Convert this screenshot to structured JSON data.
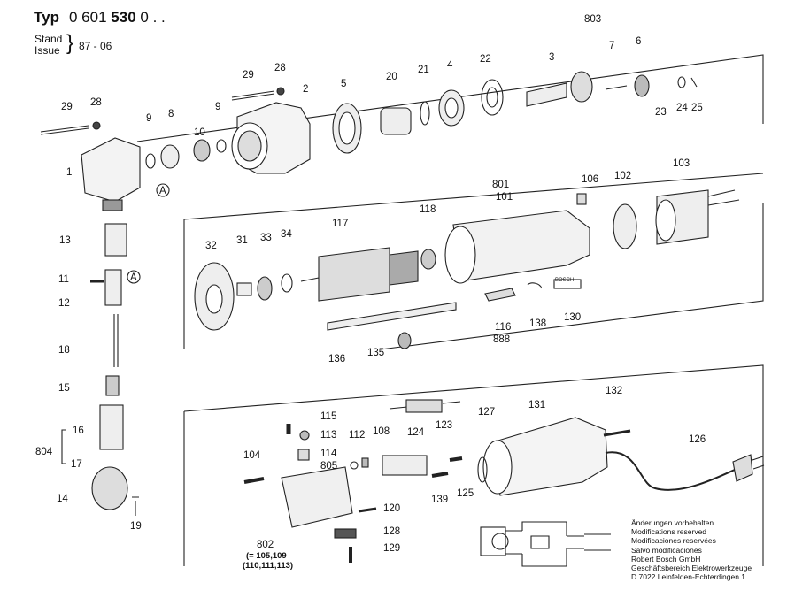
{
  "header": {
    "typ_label": "Typ",
    "typ_prefix": "0 601",
    "typ_bold": "530",
    "typ_suffix": "0 . .",
    "stand_line1": "Stand",
    "stand_line2": "Issue",
    "stand_value": "87 - 06"
  },
  "notes": [
    "Änderungen vorbehalten",
    "Modifications reserved",
    "Modificaciones reservées",
    "Salvo modificaciones",
    "Robert Bosch GmbH",
    "Geschäftsbereich Elektrowerkzeuge",
    "D 7022 Leinfelden-Echterdingen 1"
  ],
  "parts_labels": [
    {
      "id": "803",
      "text": "803"
    },
    {
      "id": "7",
      "text": "7"
    },
    {
      "id": "6",
      "text": "6"
    },
    {
      "id": "3",
      "text": "3"
    },
    {
      "id": "22",
      "text": "22"
    },
    {
      "id": "21",
      "text": "21"
    },
    {
      "id": "4",
      "text": "4"
    },
    {
      "id": "20",
      "text": "20"
    },
    {
      "id": "5",
      "text": "5"
    },
    {
      "id": "29a",
      "text": "29"
    },
    {
      "id": "28a",
      "text": "28"
    },
    {
      "id": "2",
      "text": "2"
    },
    {
      "id": "23",
      "text": "23"
    },
    {
      "id": "24",
      "text": "24"
    },
    {
      "id": "25",
      "text": "25"
    },
    {
      "id": "29b",
      "text": "29"
    },
    {
      "id": "28b",
      "text": "28"
    },
    {
      "id": "9a",
      "text": "9"
    },
    {
      "id": "8",
      "text": "8"
    },
    {
      "id": "10",
      "text": "10"
    },
    {
      "id": "9b",
      "text": "9"
    },
    {
      "id": "1",
      "text": "1"
    },
    {
      "id": "A1",
      "text": "A"
    },
    {
      "id": "106",
      "text": "106"
    },
    {
      "id": "102",
      "text": "102"
    },
    {
      "id": "103",
      "text": "103"
    },
    {
      "id": "801",
      "text": "801"
    },
    {
      "id": "101",
      "text": "101"
    },
    {
      "id": "13",
      "text": "13"
    },
    {
      "id": "117",
      "text": "117"
    },
    {
      "id": "118",
      "text": "118"
    },
    {
      "id": "32",
      "text": "32"
    },
    {
      "id": "31",
      "text": "31"
    },
    {
      "id": "33",
      "text": "33"
    },
    {
      "id": "34",
      "text": "34"
    },
    {
      "id": "11",
      "text": "11"
    },
    {
      "id": "A2",
      "text": "A"
    },
    {
      "id": "12",
      "text": "12"
    },
    {
      "id": "116",
      "text": "116"
    },
    {
      "id": "888",
      "text": "888"
    },
    {
      "id": "138",
      "text": "138"
    },
    {
      "id": "130",
      "text": "130"
    },
    {
      "id": "18",
      "text": "18"
    },
    {
      "id": "136",
      "text": "136"
    },
    {
      "id": "135",
      "text": "135"
    },
    {
      "id": "15",
      "text": "15"
    },
    {
      "id": "16",
      "text": "16"
    },
    {
      "id": "804",
      "text": "804"
    },
    {
      "id": "17",
      "text": "17"
    },
    {
      "id": "14",
      "text": "14"
    },
    {
      "id": "19",
      "text": "19"
    },
    {
      "id": "115",
      "text": "115"
    },
    {
      "id": "113",
      "text": "113"
    },
    {
      "id": "112",
      "text": "112"
    },
    {
      "id": "108",
      "text": "108"
    },
    {
      "id": "124",
      "text": "124"
    },
    {
      "id": "123",
      "text": "123"
    },
    {
      "id": "127",
      "text": "127"
    },
    {
      "id": "131",
      "text": "131"
    },
    {
      "id": "132",
      "text": "132"
    },
    {
      "id": "126",
      "text": "126"
    },
    {
      "id": "104",
      "text": "104"
    },
    {
      "id": "114",
      "text": "114"
    },
    {
      "id": "805",
      "text": "805"
    },
    {
      "id": "139",
      "text": "139"
    },
    {
      "id": "125",
      "text": "125"
    },
    {
      "id": "120",
      "text": "120"
    },
    {
      "id": "128",
      "text": "128"
    },
    {
      "id": "129",
      "text": "129"
    },
    {
      "id": "802",
      "text": "802"
    },
    {
      "id": "802a",
      "text": "(= 105,109"
    },
    {
      "id": "802b",
      "text": "(110,111,113)"
    },
    {
      "id": "bosch",
      "text": "BOSCH"
    }
  ]
}
